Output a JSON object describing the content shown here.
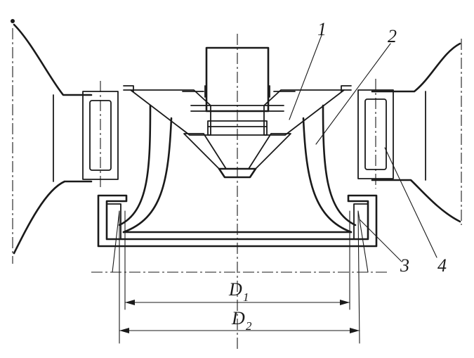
{
  "figure": {
    "callouts": [
      {
        "key": "rotor",
        "text": "1"
      },
      {
        "key": "casing",
        "text": "2"
      },
      {
        "key": "ring-insert",
        "text": "3"
      },
      {
        "key": "spring-column",
        "text": "4"
      }
    ],
    "dimensions": [
      {
        "key": "d1",
        "letter": "D",
        "index": "1"
      },
      {
        "key": "d2",
        "letter": "D",
        "index": "2"
      }
    ],
    "colors": {
      "ink": "#1a1a1a",
      "paper": "#ffffff"
    }
  }
}
